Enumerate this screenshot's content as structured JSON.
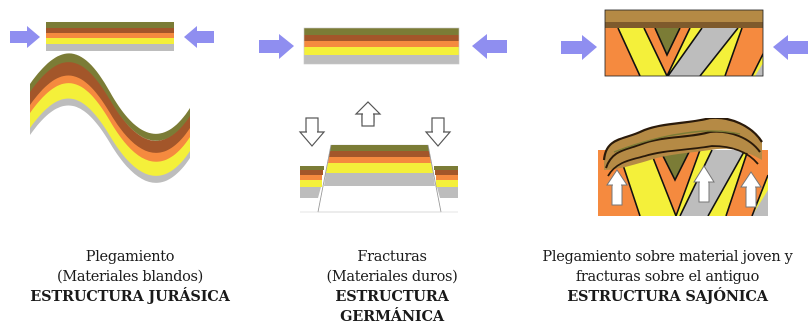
{
  "colors": {
    "arrow": "#8f8ef0",
    "olive": "#7b7c36",
    "brown": "#a3562a",
    "orange": "#f58a3f",
    "yellow": "#f4f03a",
    "gray": "#bdbdbd",
    "cap_brown": "#b58a45",
    "outline": "#111111"
  },
  "panels": [
    {
      "id": "jurasica",
      "line1": "Plegamiento",
      "line2": "(Materiales blandos)",
      "title": "ESTRUCTURA JURÁSICA"
    },
    {
      "id": "germanica",
      "line1": "Fracturas",
      "line2": "(Materiales duros)",
      "title": "ESTRUCTURA GERMÁNICA"
    },
    {
      "id": "sajonica",
      "line1": "Plegamiento sobre material joven y",
      "line2": "fracturas sobre el antiguo",
      "title": "ESTRUCTURA SAJÓNICA"
    }
  ]
}
